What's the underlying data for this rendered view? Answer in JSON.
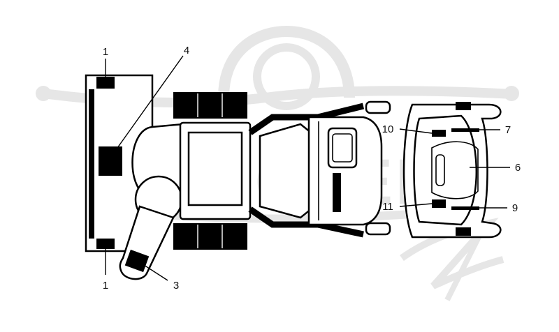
{
  "figure": {
    "watermark_text": "SCOOTER",
    "watermark_script": "Zip",
    "colors": {
      "line": "#000000",
      "background": "#ffffff",
      "watermark": "#e6e6e6"
    }
  },
  "callouts": {
    "c1_top": "1",
    "c1_bottom": "1",
    "c3": "3",
    "c4": "4",
    "c6": "6",
    "c7": "7",
    "c9": "9",
    "c10": "10",
    "c11": "11"
  }
}
